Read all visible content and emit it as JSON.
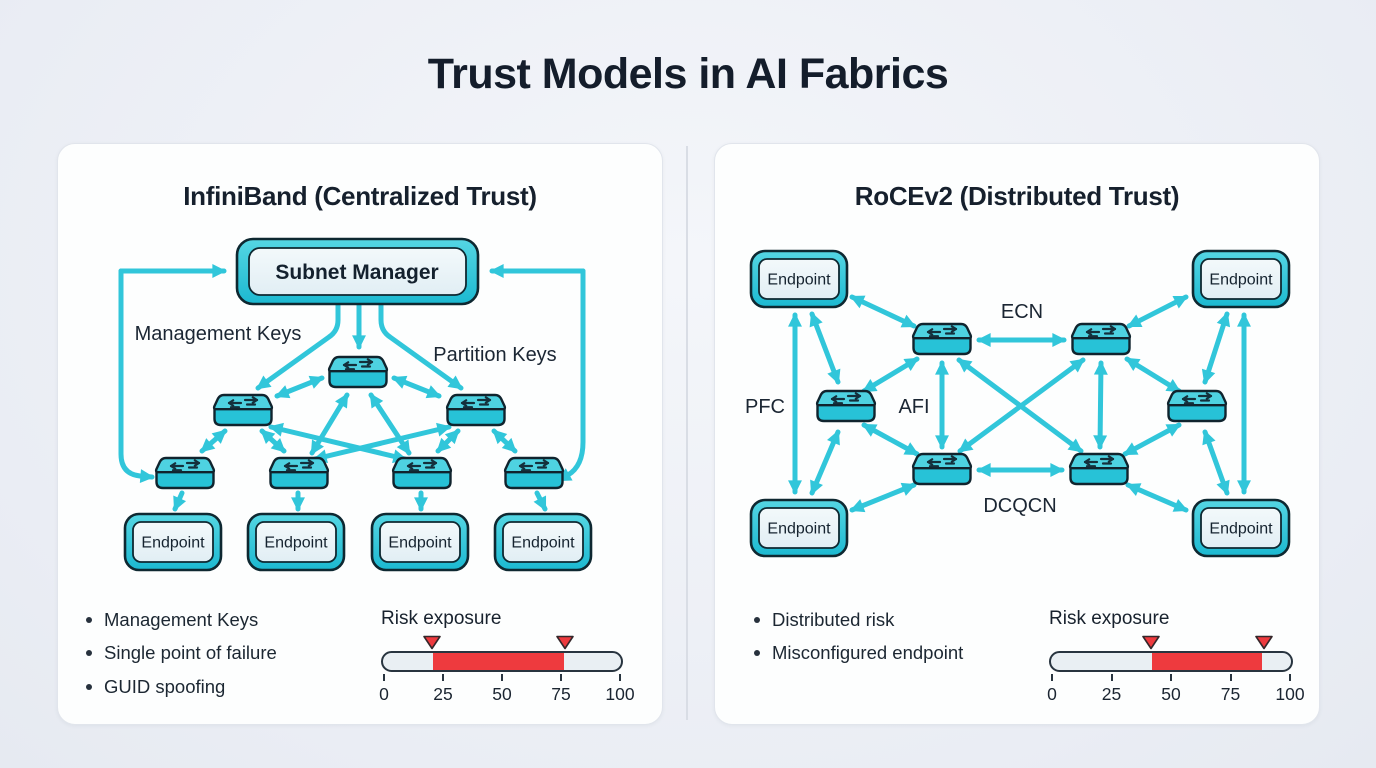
{
  "title": "Trust Models in AI Fabrics",
  "colors": {
    "accent_cyan": "#31c6da",
    "switch_top": "#4ed2e1",
    "switch_front": "#27c2d7",
    "risk_red": "#ee3a3e",
    "ink": "#16202d"
  },
  "panels": [
    {
      "heading": "InfiniBand (Centralized Trust)",
      "manager_label": "Subnet Manager",
      "key_labels": {
        "management": "Management Keys",
        "partition": "Partition Keys"
      },
      "endpoint_labels": [
        "Endpoint",
        "Endpoint",
        "Endpoint",
        "Endpoint"
      ],
      "bullets": [
        "Management Keys",
        "Single point of failure",
        "GUID spoofing"
      ],
      "risk": {
        "label": "Risk exposure",
        "min": 0,
        "max": 100,
        "ticks": [
          0,
          25,
          50,
          75,
          100
        ],
        "band": [
          21,
          76
        ]
      }
    },
    {
      "heading": "RoCEv2 (Distributed Trust)",
      "protocol_labels": {
        "ecn": "ECN",
        "pfc": "PFC",
        "afi": "AFI",
        "dcqcn": "DCQCN"
      },
      "endpoint_labels": [
        "Endpoint",
        "Endpoint",
        "Endpoint",
        "Endpoint"
      ],
      "bullets": [
        "Distributed risk",
        "Misconfigured endpoint"
      ],
      "risk": {
        "label": "Risk exposure",
        "min": 0,
        "max": 100,
        "ticks": [
          0,
          25,
          50,
          75,
          100
        ],
        "band": [
          42,
          88
        ]
      }
    }
  ]
}
